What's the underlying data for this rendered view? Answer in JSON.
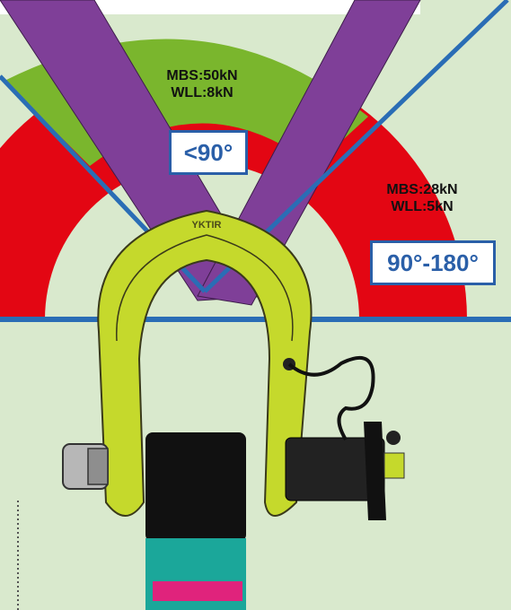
{
  "colors": {
    "background": "#d9e9cd",
    "red_zone": "#e30613",
    "green_zone": "#7ab62d",
    "sling_purple": "#7f3f98",
    "line_blue": "#2a6db5",
    "shackle_lime": "#c5d92c",
    "load_block": "#111111",
    "teal": "#1ba79a",
    "magenta": "#e0237c"
  },
  "green_zone": {
    "mbs": "MBS:50kN",
    "wll": "WLL:8kN",
    "angle": "<90°"
  },
  "red_zone": {
    "mbs": "MBS:28kN",
    "wll": "WLL:5kN",
    "angle": "90°-180°"
  },
  "shackle": {
    "embossed_text": "YKTIR",
    "icon": "shackle-icon",
    "pin_icon": "bolt-pin-icon"
  }
}
